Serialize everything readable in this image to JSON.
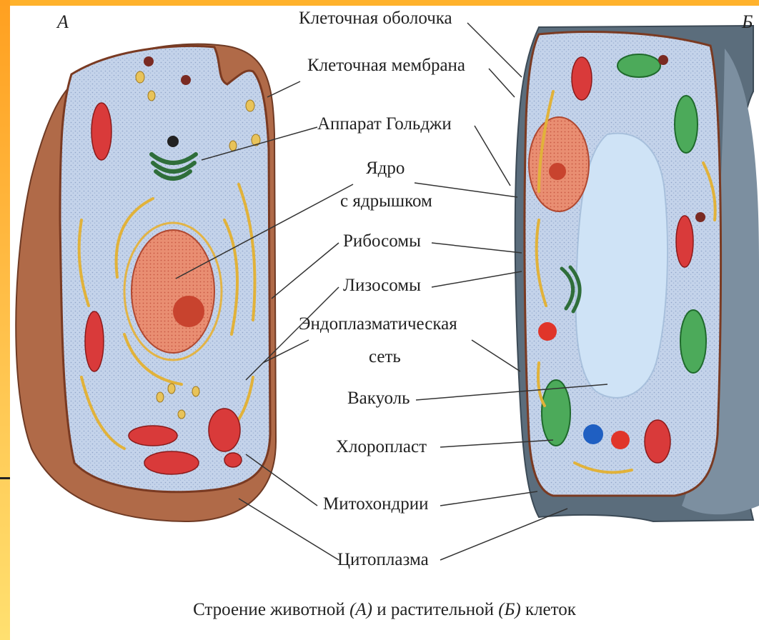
{
  "letters": {
    "animal": "А",
    "plant": "Б"
  },
  "labels": [
    "Клеточная оболочка",
    "Клеточная мембрана",
    "Аппарат Гольджи",
    "Ядро",
    "с ядрышком",
    "Рибосомы",
    "Лизосомы",
    "Эндоплазматическая",
    "сеть",
    "Вакуоль",
    "Хлоропласт",
    "Митохондрии",
    "Цитоплазма"
  ],
  "caption": {
    "part1": "Строение животной ",
    "animal": "(А)",
    "part2": " и растительной ",
    "plant": "(Б)",
    "part3": " клеток"
  },
  "colors": {
    "frame": "#ffb22c",
    "cytoplasm": "#c8d6ec",
    "nucleus": "#e8846a",
    "mitochondria": "#d93a3a",
    "chloroplast": "#4caa5a",
    "golgi": "#2f6e3a",
    "vacuole": "#cfe3f6",
    "cell-wall": "#5a6c7a",
    "er": "#e1b23a"
  }
}
